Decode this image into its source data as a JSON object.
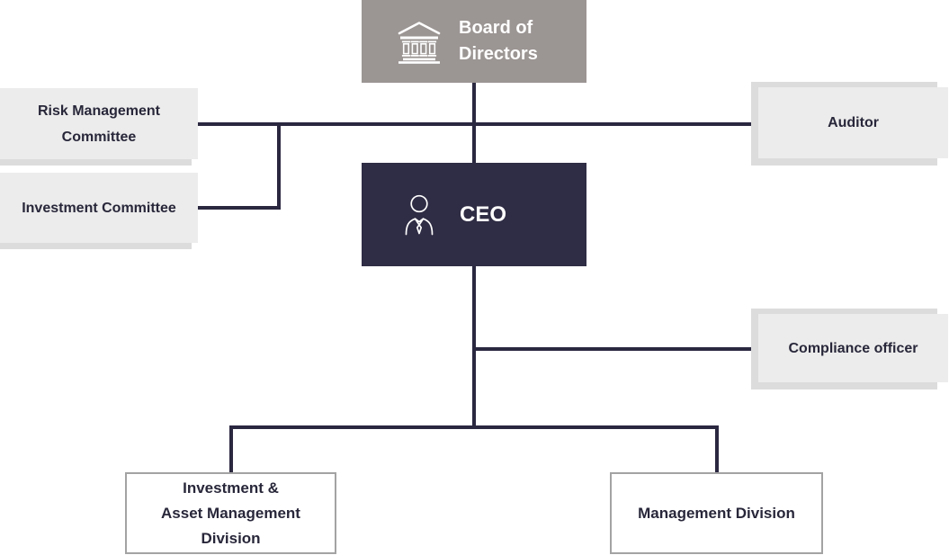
{
  "chart": {
    "type": "org-chart",
    "nodes": {
      "board": {
        "label_lines": [
          "Board of",
          "Directors"
        ],
        "icon": "bank-icon"
      },
      "risk_committee": {
        "label_lines": [
          "Risk Management",
          "Committee"
        ]
      },
      "investment_committee": {
        "label_lines": [
          "Investment Committee"
        ]
      },
      "auditor": {
        "label_lines": [
          "Auditor"
        ]
      },
      "ceo": {
        "label_lines": [
          "CEO"
        ],
        "icon": "person-icon"
      },
      "compliance_officer": {
        "label_lines": [
          "Compliance officer"
        ]
      },
      "investment_asset_division": {
        "label_lines": [
          "Investment &",
          "Asset Management",
          "Division"
        ]
      },
      "management_division": {
        "label_lines": [
          "Management Division"
        ]
      }
    },
    "edges": [
      {
        "from": "Board of Directors",
        "to": "CEO"
      },
      {
        "from": "Board of Directors",
        "to": "Risk Management Committee"
      },
      {
        "from": "Board of Directors",
        "to": "Investment Committee"
      },
      {
        "from": "Board of Directors",
        "to": "Auditor"
      },
      {
        "from": "CEO",
        "to": "Compliance officer"
      },
      {
        "from": "CEO",
        "to": "Investment & Asset Management Division"
      },
      {
        "from": "CEO",
        "to": "Management Division"
      }
    ],
    "colors": {
      "board_bg": "#9b9593",
      "ceo_bg": "#2f2c45",
      "light_box_bg": "#ececec",
      "shadow": "#dcdcdc",
      "connector": "#2a2740",
      "division_border": "#a3a3a3",
      "text_dark": "#28273a",
      "text_light": "#ffffff"
    }
  }
}
